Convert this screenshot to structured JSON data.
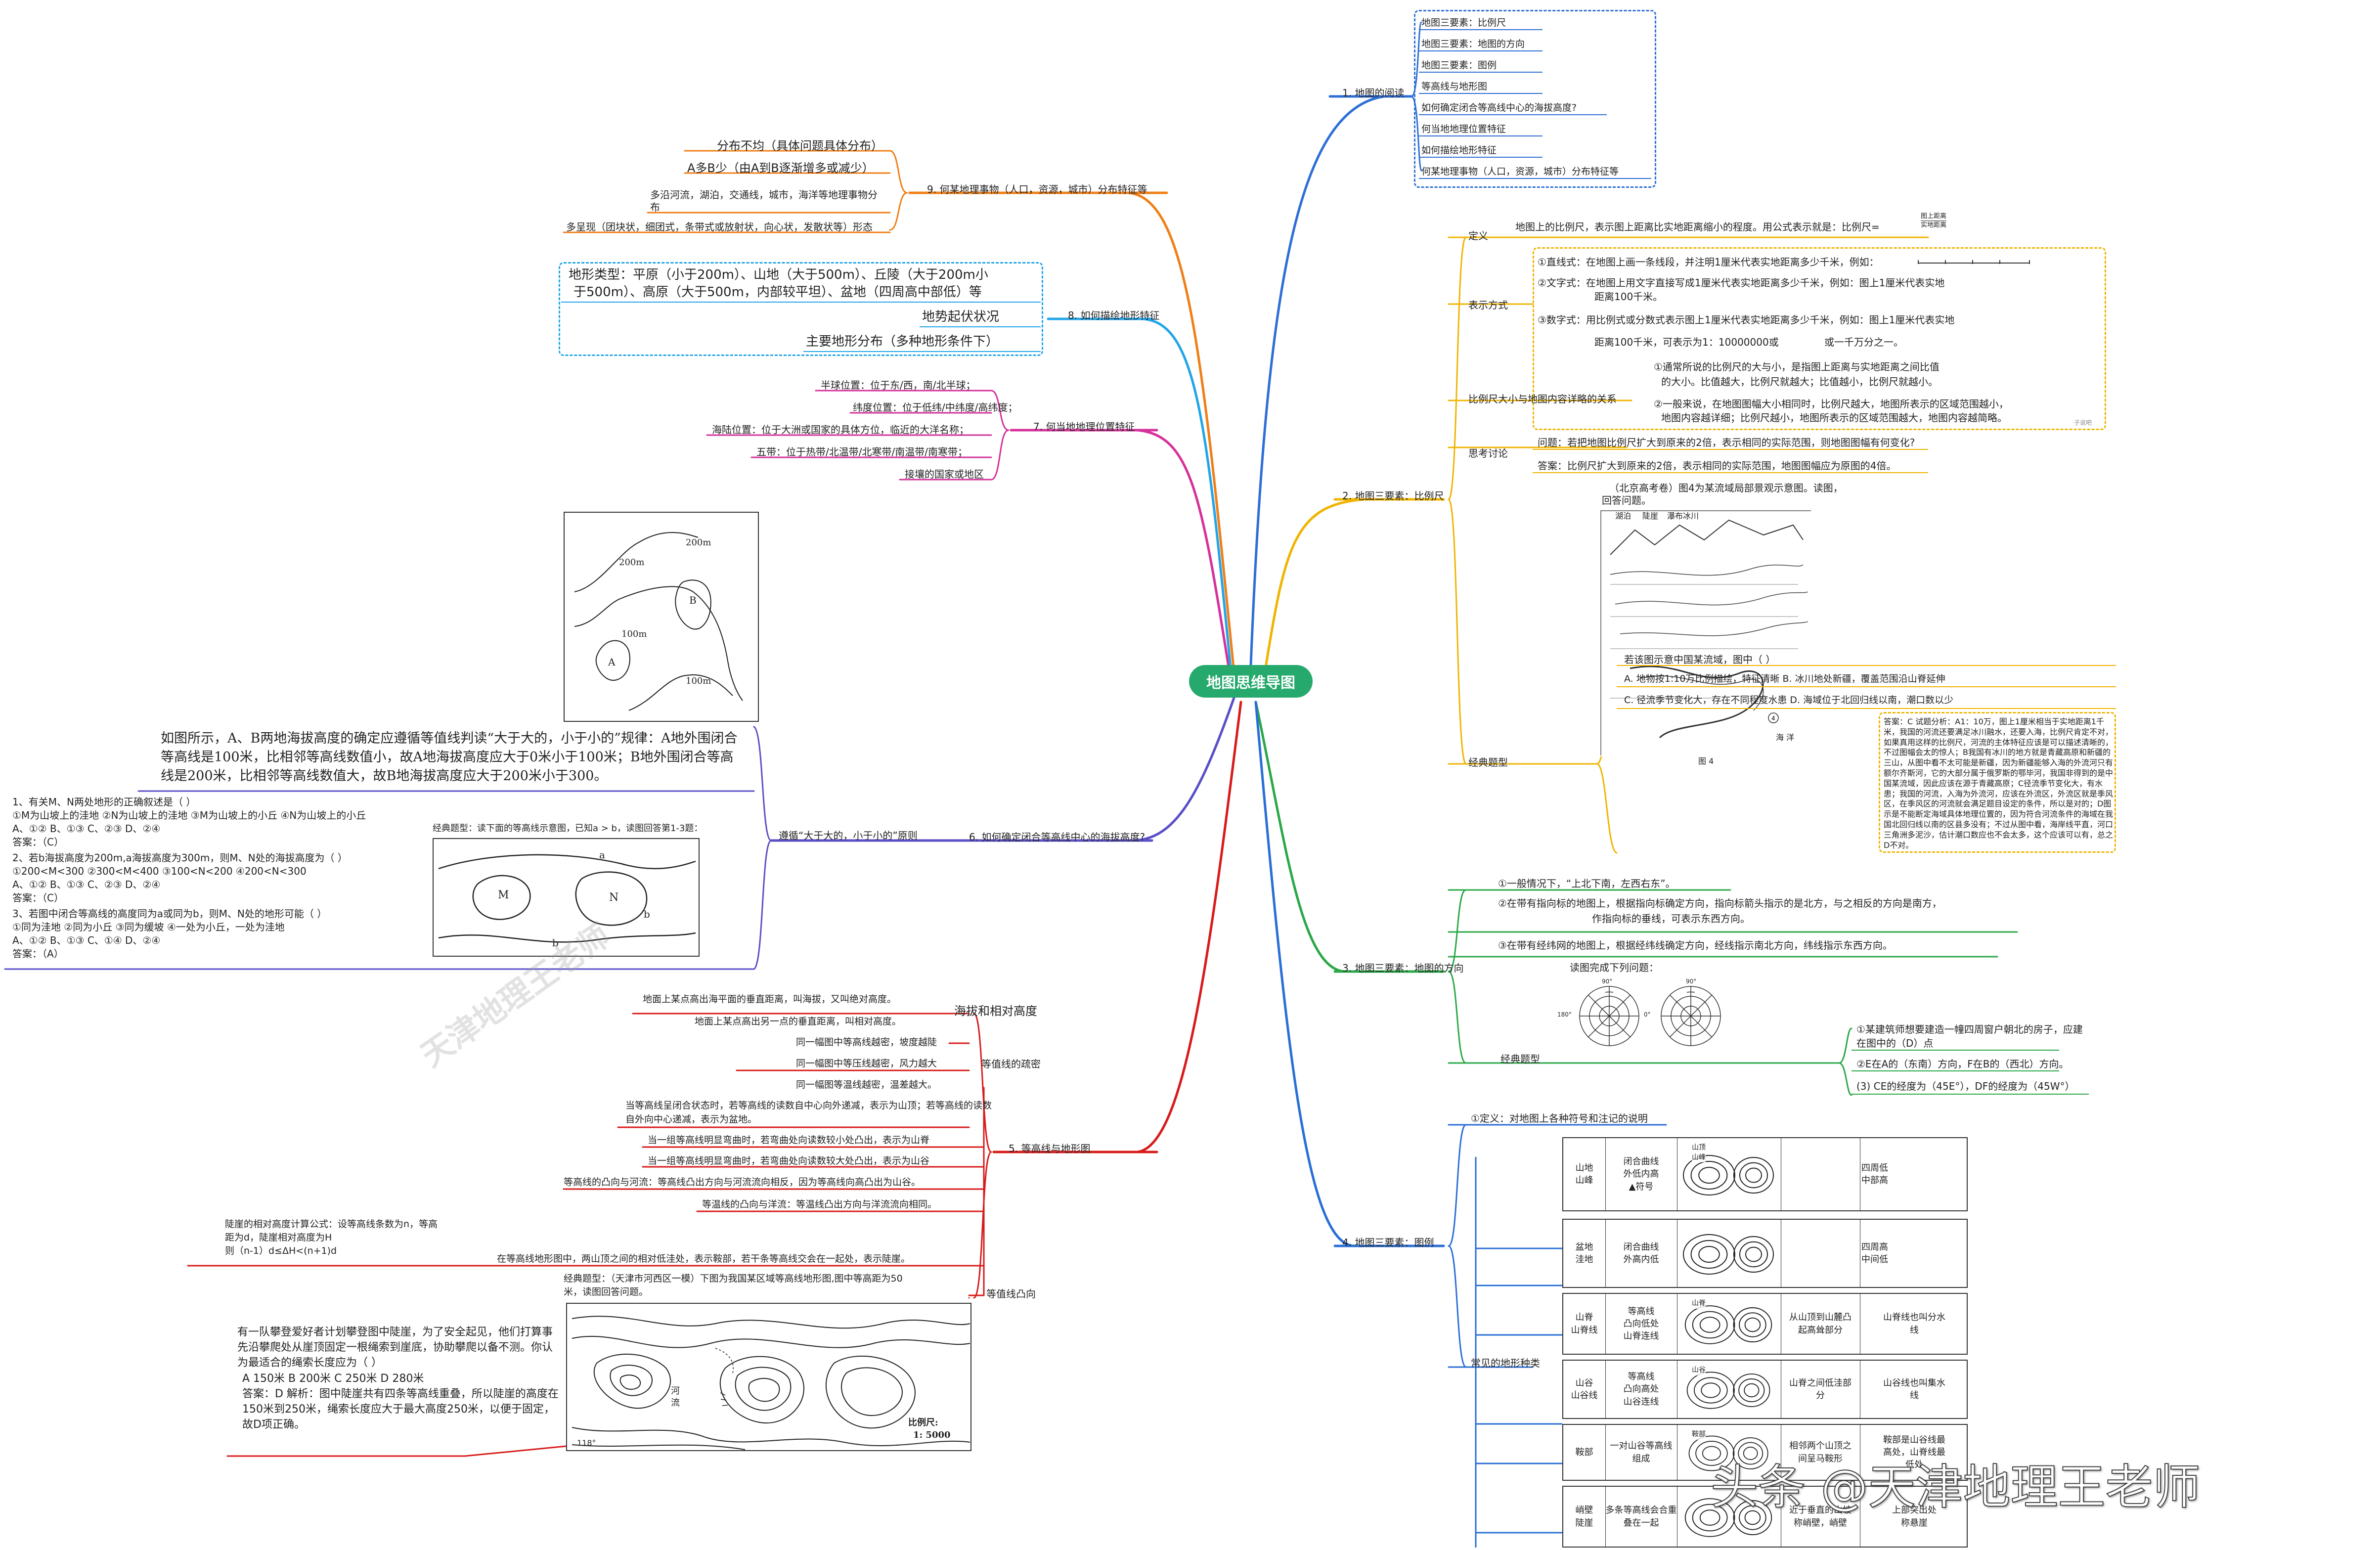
{
  "root": "地图思维导图",
  "branches": {
    "b1": "1. 地图的阅读",
    "b2": "2. 地图三要素：比例尺",
    "b3": "3. 地图三要素：地图的方向",
    "b4": "4. 地图三要素：图例",
    "b5": "5. 等高线与地形图",
    "b6": "6. 如何确定闭合等高线中心的海拔高度?",
    "b7": "7. 何当地地理位置特征",
    "b8": "8. 如何描绘地形特征",
    "b9": "9. 何某地理事物（人口，资源，城市）分布特征等"
  },
  "b1_items": [
    "地图三要素：比例尺",
    "地图三要素：地图的方向",
    "地图三要素：图例",
    "等高线与地形图",
    "如何确定闭合等高线中心的海拔高度?",
    "何当地地理位置特征",
    "如何描绘地形特征",
    "何某地理事物（人口，资源，城市）分布特征等"
  ],
  "b2": {
    "def_label": "定义",
    "def_text": "地图上的比例尺，表示图上距离比实地距离缩小的程度。用公式表示就是：比例尺=",
    "def_frac_top": "图上距离",
    "def_frac_bottom": "实地距离",
    "rep_label": "表示方式",
    "rep1": "①直线式：在地图上画一条线段，并注明1厘米代表实地距离多少千米，例如：",
    "rep2a": "②文字式：在地图上用文字直接写成1厘米代表实地距离多少千米，例如：图上1厘米代表实地",
    "rep2b": "距离100千米。",
    "rep3a": "③数字式：用比例式或分数式表示图上1厘米代表实地距离多少千米，例如：图上1厘米代表实地",
    "rep3b": "距离100千米，可表示为1：10000000或",
    "rep3c": "或一千万分之一。",
    "rel_label": "比例尺大小与地图内容详略的关系",
    "rel1a": "①通常所说的比例尺的大与小，是指图上距离与实地距离之间比值",
    "rel1b": "的大小。比值越大，比例尺就越大；比值越小，比例尺就越小。",
    "rel2a": "②一般来说，在地图图幅大小相同时，比例尺越大，地图所表示的区域范围越小，",
    "rel2b": "地图内容越详细；比例尺越小，地图所表示的区域范围越大，地图内容越简略。",
    "think_label": "思考讨论",
    "q": "问题：若把地图比例尺扩大到原来的2倍，表示相同的实际范围，则地图图幅有何变化?",
    "a": "答案：比例尺扩大到原来的2倍，表示相同的实际范围，地图图幅应为原图的4倍。",
    "classic_label": "经典题型",
    "classic_intro1": "（北京高考卷）图4为某流域局部景观示意图。读图，",
    "classic_intro2": "回答问题。",
    "fig_labels": [
      "湖泊",
      "陡崖",
      "瀑布冰川"
    ],
    "fig_caption": "图 4",
    "fig_sea": "海 洋",
    "mc_q": "若该图示意中国某流域，图中（  ）",
    "mc_ab": "A. 地物按1:10万比例描绘，特征清晰   B. 冰川地处新疆，覆盖范围沿山脊延伸",
    "mc_cd": "C. 径流季节变化大，存在不同程度水患   D. 海域位于北回归线以南，潮口数以少",
    "answer": "答案：C 试题分析：A1：10万，图上1厘米相当于实地距离1千米，我国的河流还要满足冰川融水，还要入海，比例尺肯定不对，如果真用这样的比例尺，河流的主体特征应该是可以描述清晰的，不过图幅会太的惊人；B我国有冰川的地方就是青藏高原和新疆的三山，从图中看不太可能是新疆，因为新疆能够入海的外流河只有额尔齐斯河，它的大部分属于俄罗斯的鄂毕河，我国非得到的是中国某流域，因此应该在源于青藏高原；C径流季节变化大，有水患；我国的河流，入海为外流河，应该在外流区，外流区就是季风区，在季风区的河流就会满足题目设定的条件，所以是对的；D图示是不能断定海域具体地理位置的，因为符合河流条件的海域在我国北回归线以南的区县多没有；不过从图中看，海岸线平直，河口三角洲多泥沙，估计潮口数应也不会太多，这个应该可以有，总之D不对。",
    "watermark_small": "子说吧"
  },
  "b3": {
    "r1": "①一般情况下，“上北下南，左西右东”。",
    "r2a": "②在带有指向标的地图上，根据指向标确定方向，指向标箭头指示的是北方，与之相反的方向是南方，",
    "r2b": "作指向标的垂线，可表示东西方向。",
    "r3": "③在带有经纬网的地图上，根据经纬线确定方向，经线指示南北方向，纬线指示东西方向。",
    "classic_label": "经典题型",
    "intro": "读图完成下列问题：",
    "q1a": "①某建筑师想要建造一幢四周窗户朝北的房子，应建",
    "q1b": "在图中的（D）点",
    "q2": "②E在A的（东南）方向，F在B的（西北）方向。",
    "q3": "(3) CE的经度为（45E°），DF的经度为（45W°）",
    "compass_labels": [
      "90°",
      "180°",
      "0°",
      "90°"
    ]
  },
  "b4": {
    "def": "①定义：对地图上各种符号和注记的说明",
    "kinds_label": "常见的地形种类",
    "rows": [
      {
        "name": "山地\n山峰",
        "feature": "闭合曲线\n外低内高\n▲符号",
        "fig_text": "山顶\n山峰",
        "desc": "四周低\n中部高"
      },
      {
        "name": "盆地\n洼地",
        "feature": "闭合曲线\n外高内低",
        "fig_text": "",
        "desc": "四周高\n中间低"
      },
      {
        "name": "山脊\n山脊线",
        "feature": "等高线\n凸向低处\n山脊连线",
        "fig_text": "山脊",
        "desc": "从山顶到山麓凸\n起高耸部分",
        "desc2": "山脊线也叫分水\n线"
      },
      {
        "name": "山谷\n山谷线",
        "feature": "等高线\n凸向高处\n山谷连线",
        "fig_text": "山谷",
        "desc": "山脊之间低洼部\n分",
        "desc2": "山谷线也叫集水\n线"
      },
      {
        "name": "鞍部",
        "feature": "一对山谷等高线\n组成",
        "fig_text": "鞍部",
        "desc": "相邻两个山顶之\n间呈马鞍形",
        "desc2": "鞍部是山谷线最\n高处，山脊线最\n低处"
      },
      {
        "name": "峭壁\n陡崖",
        "feature": "多条等高线会合重\n叠在一起",
        "fig_text": "",
        "desc": "近于垂直的山坡\n称峭壁，峭壁",
        "desc2": "上部突出处\n称悬崖"
      }
    ]
  },
  "b5": {
    "alt_label": "海拔和相对高度",
    "alt1": "地面上某点高出海平面的垂直距离，叫海拔，又叫绝对高度。",
    "alt2": "地面上某点高出另一点的垂直距离，叫相对高度。",
    "dense_label": "等值线的疏密",
    "dense1": "同一幅图中等高线越密，坡度越陡",
    "dense2": "同一幅图中等压线越密，风力越大",
    "dense3": "同一幅图等温线越密，温差越大。",
    "bend_label": "等值线凸向",
    "bend0a": "当等高线呈闭合状态时，若等高线的读数自中心向外递减，表示为山顶；若等高线的读数",
    "bend0b": "自外向中心递减，表示为盆地。",
    "bend1": "当一组等高线明显弯曲时，若弯曲处向读数较小处凸出，表示为山脊",
    "bend2": "当一组等高线明显弯曲时，若弯曲处向读数较大处凸出，表示为山谷",
    "bend3": "等高线的凸向与河流：等高线凸出方向与河流流向相反，因为等高线向高凸出为山谷。",
    "bend4": "等温线的凸向与洋流：等温线凸出方向与洋流流向相同。",
    "cliff": "在等高线地形图中，两山顶之间的相对低洼处，表示鞍部，若干条等高线交会在一起处，表示陡崖。",
    "formula1": "陡崖的相对高度计算公式：设等高线条数为n，等高",
    "formula2": "距为d，陡崖相对高度为H",
    "formula3": "则（n-1）d≤ΔH<(n+1)d",
    "classic1": "经典题型：（天津市河西区一模）下图为我国某区域等高线地形图,图中等高距为50",
    "classic2": "米，读图回答问题。",
    "map_scale1": "比例尺:",
    "map_scale2": "1: 5000",
    "map_label_lon": "118°",
    "map_label_river": "河\n流",
    "climb_q": "有一队攀登爱好者计划攀登图中陡崖，为了安全起见，他们打算事先沿攀爬处从崖顶固定一根绳索到崖底，协助攀爬以备不测。你认为最适合的绳索长度应为（     ）",
    "climb_opts": "A 150米 B 200米 C 250米 D 280米",
    "climb_ans": "答案：D  解析：图中陡崖共有四条等高线重叠，所以陡崖的高度在150米到250米，绳索长度应大于最大高度250米，以便于固定，故D项正确。"
  },
  "b6": {
    "principle": "遵循“大于大的，小于小的”原则",
    "explain": "如图所示，A、B两地海拔高度的确定应遵循等值线判读“大于大的，小于小的”规律：A地外围闭合等高线是100米，比相邻等高线数值小，故A地海拔高度应大于0米小于100米；B地外围闭合等高线是200米，比相邻等高线数值大，故B地海拔高度应大于200米小于300。",
    "fig_labels": [
      "200m",
      "200m",
      "B",
      "100m",
      "A",
      "100m"
    ],
    "classic": "经典题型：读下面的等高线示意图，已知a > b，读图回答第1-3题：",
    "fig2_labels": [
      "a",
      "M",
      "N",
      "b",
      "b"
    ],
    "q1": "1、有关M、N两处地形的正确叙述是（  ）",
    "q1o": "①M为山坡上的洼地 ②N为山坡上的洼地 ③M为山坡上的小丘 ④N为山坡上的小丘",
    "q1c": "A、①② B、①③ C、②③ D、②④",
    "q1a": "答案：（C）",
    "q2": "2、若b海拔高度为200m,a海拔高度为300m，则M、N处的海拔高度为（  ）",
    "q2o": "①200<M<300 ②300<M<400 ③100<N<200 ④200<N<300",
    "q2c": "A、①② B、①③ C、②③ D、②④",
    "q2a": "答案：（C）",
    "q3": "3、若图中闭合等高线的高度同为a或同为b，则M、N处的地形可能（  ）",
    "q3o": "①同为洼地 ②同为小丘 ③同为缓坡 ④一处为小丘，一处为洼地",
    "q3c": "A、①② B、①③ C、①④ D、②④",
    "q3a": "答案：（A）"
  },
  "b7": {
    "items": [
      "半球位置：位于东/西，南/北半球；",
      "纬度位置：位于低纬/中纬度/高纬度；",
      "海陆位置：位于大洲或国家的具体方位，临近的大洋名称；",
      "五带：位于热带/北温带/北寒带/南温带/南寒带；",
      "接壤的国家或地区"
    ]
  },
  "b8": {
    "t1": "地形类型：平原（小于200m）、山地（大于500m）、丘陵（大于200m小",
    "t2": "于500m）、高原（大于500m，内部较平坦）、盆地（四周高中部低）等",
    "t3": "地势起伏状况",
    "t4": "主要地形分布（多种地形条件下）"
  },
  "b9": {
    "t1": "分布不均（具体问题具体分布）",
    "t2": "A多B少（由A到B逐渐增多或减少）",
    "t3a": "多沿河流，湖泊，交通线，城市，海洋等地理事物分",
    "t3b": "布",
    "t4": "多呈现（团块状，细团式，条带式或放射状，向心状，发散状等）形态"
  },
  "watermarks": {
    "main": "头条 @天津地理王老师",
    "diag": "天津地理王老师"
  },
  "colors": {
    "root": "#26a96c",
    "b1": "#2d6fd6",
    "b2": "#f0b400",
    "b3": "#2aa847",
    "b4": "#2a6fd6",
    "b5": "#d81b1b",
    "b6": "#5a4fc8",
    "b7": "#d6309b",
    "b8": "#22a5e8",
    "b9": "#f07f17"
  }
}
